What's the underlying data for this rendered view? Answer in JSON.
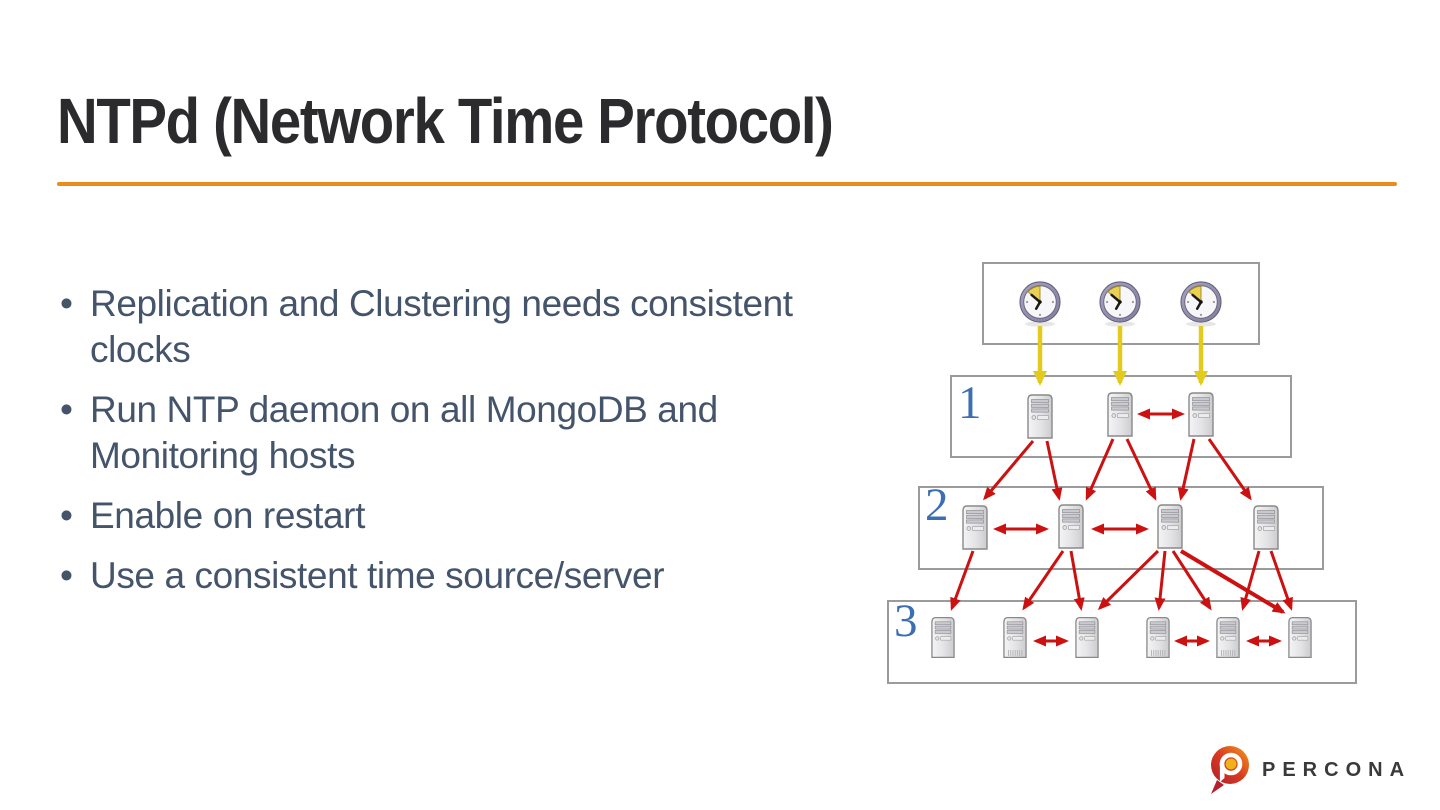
{
  "slide": {
    "title": "NTPd (Network Time Protocol)",
    "bullets": [
      {
        "text": "Replication and Clustering needs consistent clocks",
        "lines": [
          "Replication and Clustering needs consistent",
          "clocks"
        ]
      },
      {
        "text": "Run NTP daemon on all MongoDB and Monitoring hosts",
        "lines": [
          "Run NTP daemon on all MongoDB and",
          "Monitoring hosts"
        ]
      },
      {
        "text": "Enable on restart",
        "lines": [
          "Enable on restart"
        ]
      },
      {
        "text": "Use a consistent time source/server",
        "lines": [
          "Use a consistent time source/server"
        ]
      }
    ]
  },
  "diagram": {
    "reference_clocks": 3,
    "strata": [
      {
        "label": "1",
        "servers": 3
      },
      {
        "label": "2",
        "servers": 4
      },
      {
        "label": "3",
        "servers": 6
      }
    ],
    "icons": {
      "clock": "clock-icon",
      "server": "server-icon",
      "sync_arrow": "sync-arrow",
      "peer_arrow": "peer-sync-arrow"
    }
  },
  "footer": {
    "brand": "PERCONA"
  },
  "colors": {
    "accent_orange": "#ED8A1D",
    "title_text": "#2B2B2D",
    "body_text": "#44546A",
    "stratum_label_blue": "#3C6EB4",
    "sync_arrow_red": "#CC1111",
    "clock_arrow_yellow": "#E3CB1D",
    "percona_red": "#C8202C",
    "percona_gold": "#EEB31B"
  }
}
